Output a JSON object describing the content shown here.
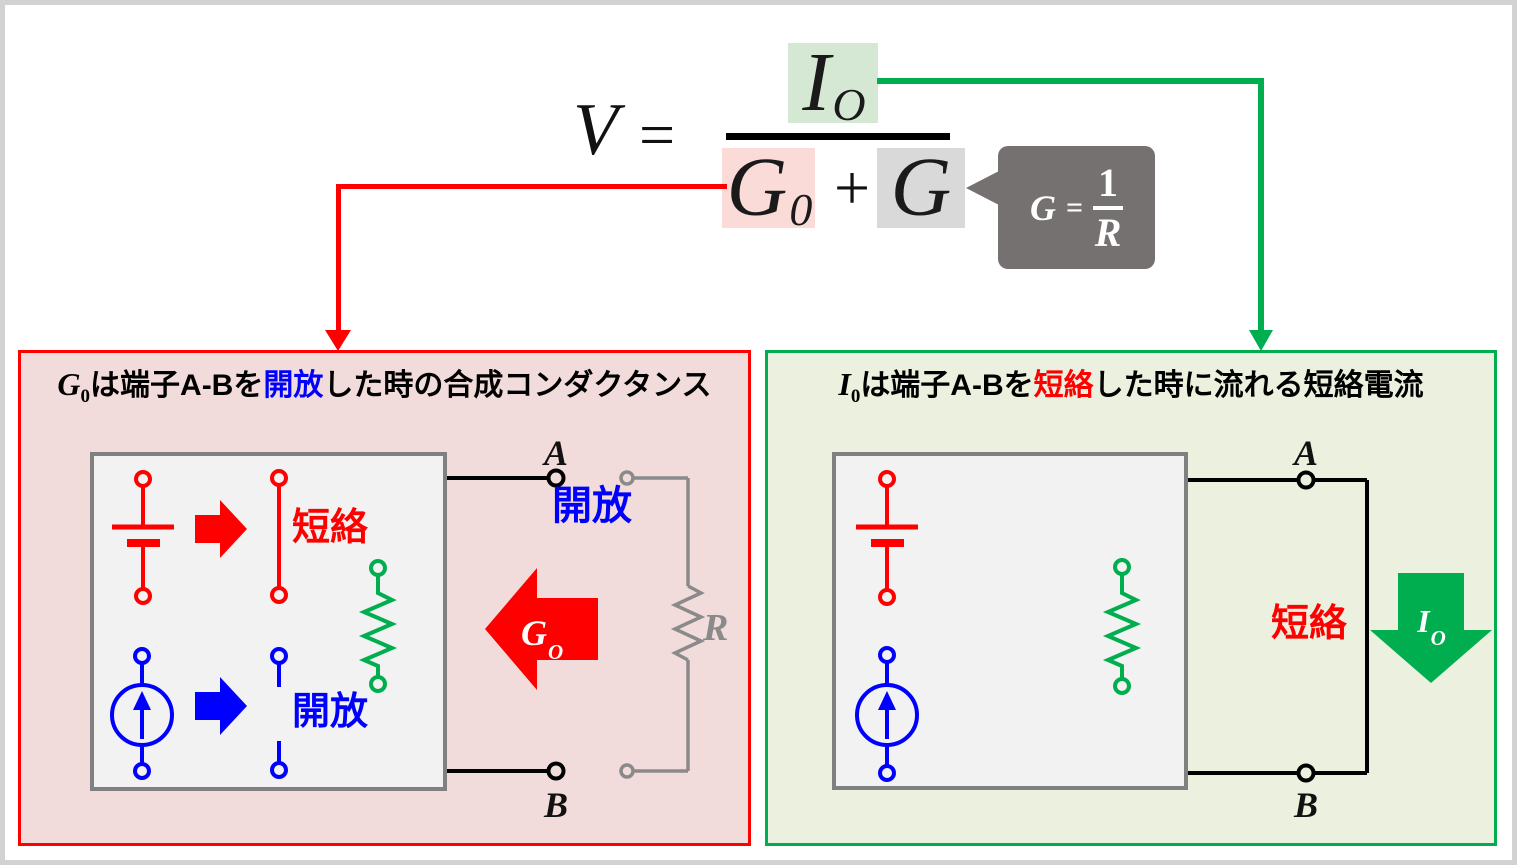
{
  "colors": {
    "red": "#ff0000",
    "blue": "#0000ff",
    "green": "#00ae50",
    "gray": "#8a8a8a",
    "frame": "#d2d2d2",
    "panel-left-bg": "#f2dcdb",
    "panel-right-bg": "#ebf1de",
    "hl-green": "#d5e8d4",
    "hl-pink": "#fadbd8",
    "hl-gray": "#d9d9d9",
    "callout-bg": "#767171",
    "box-bg": "#f2f2f2",
    "box-border": "#808080"
  },
  "formula": {
    "lhs": "V",
    "equals": "=",
    "numerator": {
      "base": "I",
      "sub": "O"
    },
    "g0": {
      "base": "G",
      "sub": "0"
    },
    "plus": "+",
    "g": "G",
    "callout": {
      "lhs": "G",
      "equals": "=",
      "num": "1",
      "den": "R"
    }
  },
  "left_panel": {
    "title": {
      "var": "G",
      "var_sub": "0",
      "pre": "は端子A-Bを",
      "highlight": "開放",
      "post": "した時の合成コンダクタンス"
    },
    "source_short_label": "短絡",
    "source_open_label": "開放",
    "terminal_open_label": "開放",
    "terminal_a": "A",
    "terminal_b": "B",
    "resistor_label": "R",
    "arrow_label": {
      "base": "G",
      "sub": "O"
    }
  },
  "right_panel": {
    "title": {
      "var": "I",
      "var_sub": "0",
      "pre": "は端子A-Bを",
      "highlight": "短絡",
      "post": "した時に流れる短絡電流"
    },
    "terminal_short_label": "短絡",
    "terminal_a": "A",
    "terminal_b": "B",
    "arrow_label": {
      "base": "I",
      "sub": "O"
    }
  }
}
